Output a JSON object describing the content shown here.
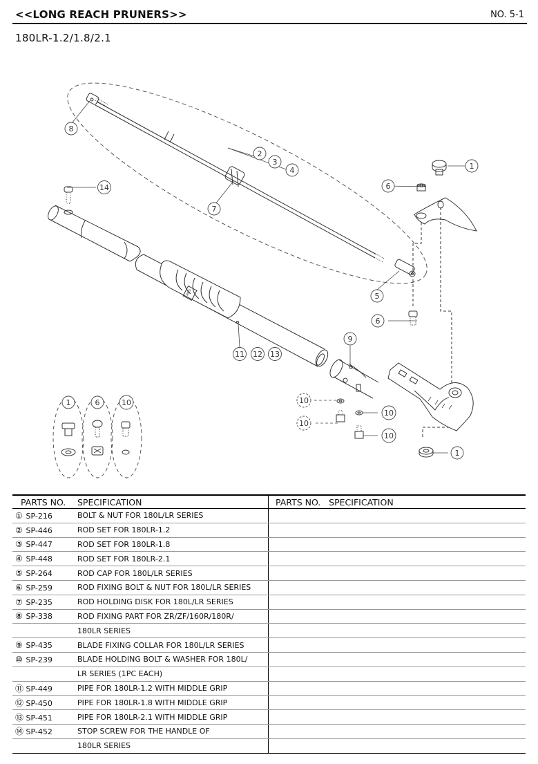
{
  "header": {
    "title": "<<LONG REACH PRUNERS>>",
    "doc_no": "NO. 5-1",
    "model": "180LR-1.2/1.8/2.1"
  },
  "diagram": {
    "callouts": {
      "c8": "8",
      "c2": "2",
      "c3": "3",
      "c4": "4",
      "c1a": "1",
      "c14": "14",
      "c6a": "6",
      "c7": "7",
      "c5": "5",
      "c6b": "6",
      "c9": "9",
      "c11": "11",
      "c12": "12",
      "c13": "13",
      "c10a": "10",
      "c10b": "10",
      "c10c": "10",
      "c10d": "10",
      "c1b": "1",
      "k1": "1",
      "k6": "6",
      "k10": "10"
    },
    "grip_text": "ARS"
  },
  "table": {
    "headers": {
      "left_no": "PARTS NO.",
      "left_spec": "SPECIFICATION",
      "right": "PARTS NO.   SPECIFICATION"
    },
    "rows": [
      {
        "mark": "①",
        "no": "SP-216",
        "spec": "BOLT & NUT FOR 180L/LR SERIES"
      },
      {
        "mark": "②",
        "no": "SP-446",
        "spec": "ROD SET FOR 180LR-1.2"
      },
      {
        "mark": "③",
        "no": "SP-447",
        "spec": "ROD SET FOR 180LR-1.8"
      },
      {
        "mark": "④",
        "no": "SP-448",
        "spec": "ROD SET FOR 180LR-2.1"
      },
      {
        "mark": "⑤",
        "no": "SP-264",
        "spec": "ROD CAP FOR 180L/LR SERIES"
      },
      {
        "mark": "⑥",
        "no": "SP-259",
        "spec": "ROD FIXING BOLT & NUT FOR 180L/LR SERIES"
      },
      {
        "mark": "⑦",
        "no": "SP-235",
        "spec": "ROD HOLDING DISK FOR 180L/LR SERIES"
      },
      {
        "mark": "⑧",
        "no": "SP-338",
        "spec": "ROD FIXING PART FOR ZR/ZF/160R/180R/"
      },
      {
        "mark": "",
        "no": "",
        "spec": "180LR SERIES"
      },
      {
        "mark": "⑨",
        "no": "SP-435",
        "spec": "BLADE FIXING COLLAR FOR 180L/LR SERIES"
      },
      {
        "mark": "⑩",
        "no": "SP-239",
        "spec": "BLADE HOLDING BOLT & WASHER FOR 180L/"
      },
      {
        "mark": "",
        "no": "",
        "spec": "LR SERIES (1PC EACH)"
      },
      {
        "mark": "⑪",
        "no": "SP-449",
        "spec": "PIPE FOR 180LR-1.2 WITH MIDDLE GRIP"
      },
      {
        "mark": "⑫",
        "no": "SP-450",
        "spec": "PIPE FOR 180LR-1.8 WITH MIDDLE GRIP"
      },
      {
        "mark": "⑬",
        "no": "SP-451",
        "spec": "PIPE FOR 180LR-2.1 WITH MIDDLE GRIP"
      },
      {
        "mark": "⑭",
        "no": "SP-452",
        "spec": "STOP SCREW FOR THE HANDLE OF"
      },
      {
        "mark": "",
        "no": "",
        "spec": "180LR SERIES"
      }
    ]
  }
}
